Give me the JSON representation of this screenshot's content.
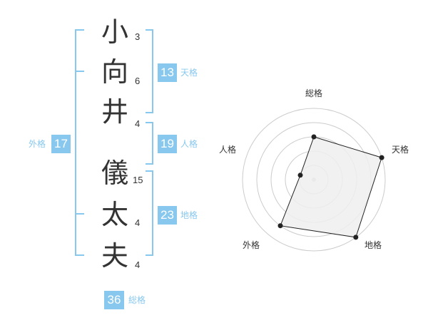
{
  "colors": {
    "accent": "#88c8ee",
    "text": "#333333",
    "ring": "#cccccc",
    "fill": "#eeeeee",
    "line": "#222222"
  },
  "name": {
    "chars": [
      {
        "char": "小",
        "strokes": "3"
      },
      {
        "char": "向",
        "strokes": "6"
      },
      {
        "char": "井",
        "strokes": "4"
      },
      {
        "char": "儀",
        "strokes": "15"
      },
      {
        "char": "太",
        "strokes": "4"
      },
      {
        "char": "夫",
        "strokes": "4"
      }
    ]
  },
  "kakusu": {
    "tenkaku": {
      "value": "13",
      "label": "天格"
    },
    "jinkaku": {
      "value": "19",
      "label": "人格"
    },
    "chikaku": {
      "value": "23",
      "label": "地格"
    },
    "gaikaku": {
      "value": "17",
      "label": "外格"
    },
    "soukaku": {
      "value": "36",
      "label": "総格"
    }
  },
  "chart_data": {
    "type": "radar",
    "axes": [
      "総格",
      "天格",
      "地格",
      "外格",
      "人格"
    ],
    "values": [
      3,
      5,
      5,
      4,
      1
    ],
    "max": 5,
    "rings": 5
  }
}
